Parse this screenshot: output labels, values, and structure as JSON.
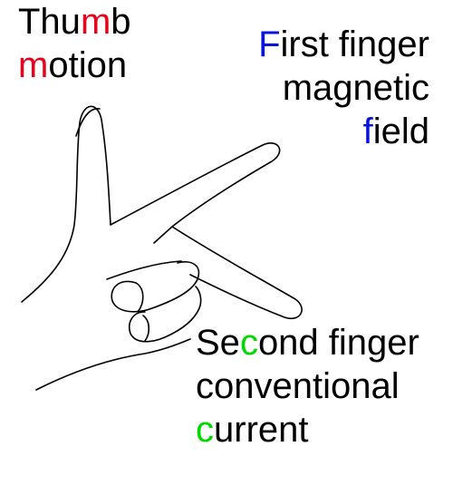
{
  "colors": {
    "thumb_highlight": "#e8001c",
    "first_highlight": "#0a14d8",
    "second_highlight": "#00d800",
    "outline": "#000000",
    "text": "#000000"
  },
  "thumb": {
    "line1": {
      "pre": "Thu",
      "hl": "m",
      "post": "b"
    },
    "line2": {
      "pre": "",
      "hl": "m",
      "post": "otion"
    }
  },
  "first_finger": {
    "line1": {
      "pre": "",
      "hl": "F",
      "post": "irst finger"
    },
    "line2": {
      "pre": "magnetic",
      "hl": "",
      "post": ""
    },
    "line3": {
      "pre": "",
      "hl": "f",
      "post": "ield"
    }
  },
  "second_finger": {
    "line1": {
      "pre": "Se",
      "hl": "c",
      "post": "ond finger"
    },
    "line2": {
      "pre": "conventional",
      "hl": "",
      "post": ""
    },
    "line3": {
      "pre": "",
      "hl": "c",
      "post": "urrent"
    }
  }
}
